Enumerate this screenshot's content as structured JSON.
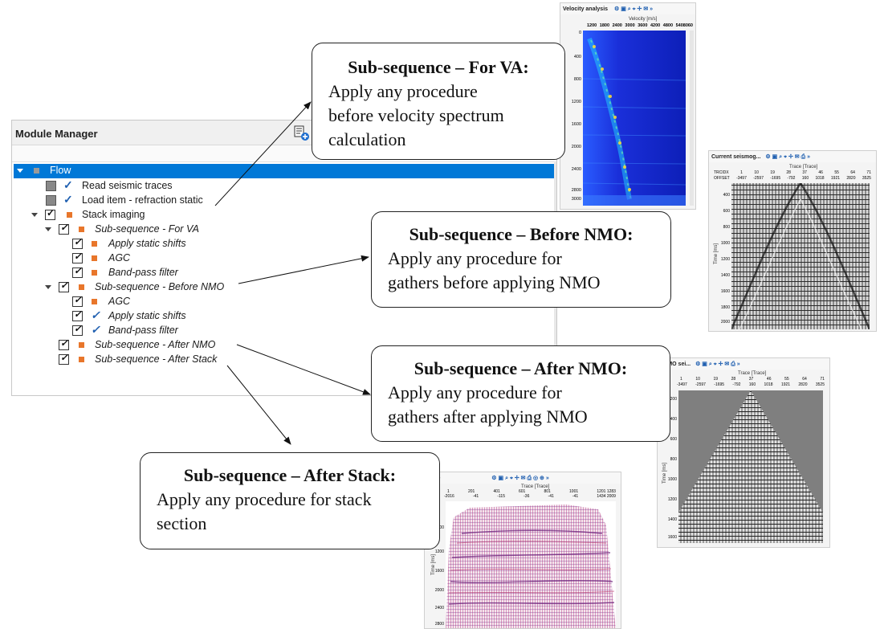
{
  "module_manager": {
    "title": "Module Manager",
    "tree": [
      {
        "label": "Flow"
      },
      {
        "label": "Read seismic traces"
      },
      {
        "label": "Load item - refraction static"
      },
      {
        "label": "Stack imaging"
      },
      {
        "label": "Sub-sequence - For VA"
      },
      {
        "label": "Apply static shifts"
      },
      {
        "label": "AGC"
      },
      {
        "label": "Band-pass filter"
      },
      {
        "label": "Sub-sequence - Before NMO"
      },
      {
        "label": "AGC"
      },
      {
        "label": "Apply static shifts"
      },
      {
        "label": "Band-pass filter"
      },
      {
        "label": "Sub-sequence - After NMO"
      },
      {
        "label": "Sub-sequence - After Stack"
      }
    ]
  },
  "callouts": {
    "for_va": {
      "title": "Sub-sequence – For VA:",
      "l1": "Apply any procedure",
      "l2": "before velocity spectrum",
      "l3": "calculation"
    },
    "before_nmo": {
      "title": "Sub-sequence – Before NMO:",
      "l1": "Apply any procedure for",
      "l2": "gathers before applying NMO"
    },
    "after_nmo": {
      "title": "Sub-sequence – After NMO:",
      "l1": "Apply any procedure for",
      "l2": "gathers after applying NMO"
    },
    "after_stack": {
      "title": "Sub-sequence – After Stack:",
      "l1": "Apply any procedure for stack",
      "l2": "section"
    }
  },
  "thumbnails": {
    "velocity": {
      "title": "Velocity analysis",
      "axis": "Velocity [m/s]",
      "ticks": [
        "1200",
        "1800",
        "2400",
        "3000",
        "3600",
        "4200",
        "4800",
        "5408060"
      ],
      "yticks": [
        "0",
        "400",
        "800",
        "1200",
        "1600",
        "2000",
        "2400",
        "2800",
        "3000"
      ]
    },
    "current": {
      "title": "Current seismog...",
      "axis": "Trace [Trace]",
      "row1": [
        "TRCIDX",
        "1",
        "10",
        "19",
        "28",
        "37",
        "46",
        "55",
        "64",
        "71"
      ],
      "row2": [
        "OFFSET",
        "-3497",
        "-2597",
        "-1695",
        "-792",
        "160",
        "1018",
        "1921",
        "2820",
        "3525"
      ],
      "ylabel": "Time [ms]",
      "yticks": [
        "400",
        "600",
        "800",
        "1000",
        "1200",
        "1400",
        "1600",
        "1800",
        "2000"
      ]
    },
    "after_nmo": {
      "title": "t NMO sei...",
      "axis": "Trace [Trace]",
      "row1": [
        "1",
        "10",
        "19",
        "28",
        "37",
        "46",
        "55",
        "64",
        "71"
      ],
      "row2": [
        "-3497",
        "-2597",
        "-1695",
        "-792",
        "160",
        "1018",
        "1921",
        "2820",
        "3525"
      ],
      "ylabel": "Time [ms]",
      "yticks": [
        "200",
        "400",
        "600",
        "800",
        "1000",
        "1200",
        "1400",
        "1600"
      ]
    },
    "stack": {
      "title": "oline",
      "axis": "Trace [Trace]",
      "ticks": [
        "1",
        "201",
        "401",
        "601",
        "801",
        "1001",
        "1201 1283"
      ],
      "ticks2": [
        "-2016",
        "-41",
        "-115",
        "-36",
        "-41",
        "-41",
        "1434 2009"
      ],
      "ylabel": "Time [ms]",
      "yticks": [
        "800",
        "1200",
        "1600",
        "2000",
        "2400",
        "2800"
      ]
    }
  },
  "colors": {
    "selection": "#0078d7",
    "orange_square": "#e8762b",
    "check_blue": "#1f5fb0",
    "velocity_bg": "#1a2fd9"
  }
}
